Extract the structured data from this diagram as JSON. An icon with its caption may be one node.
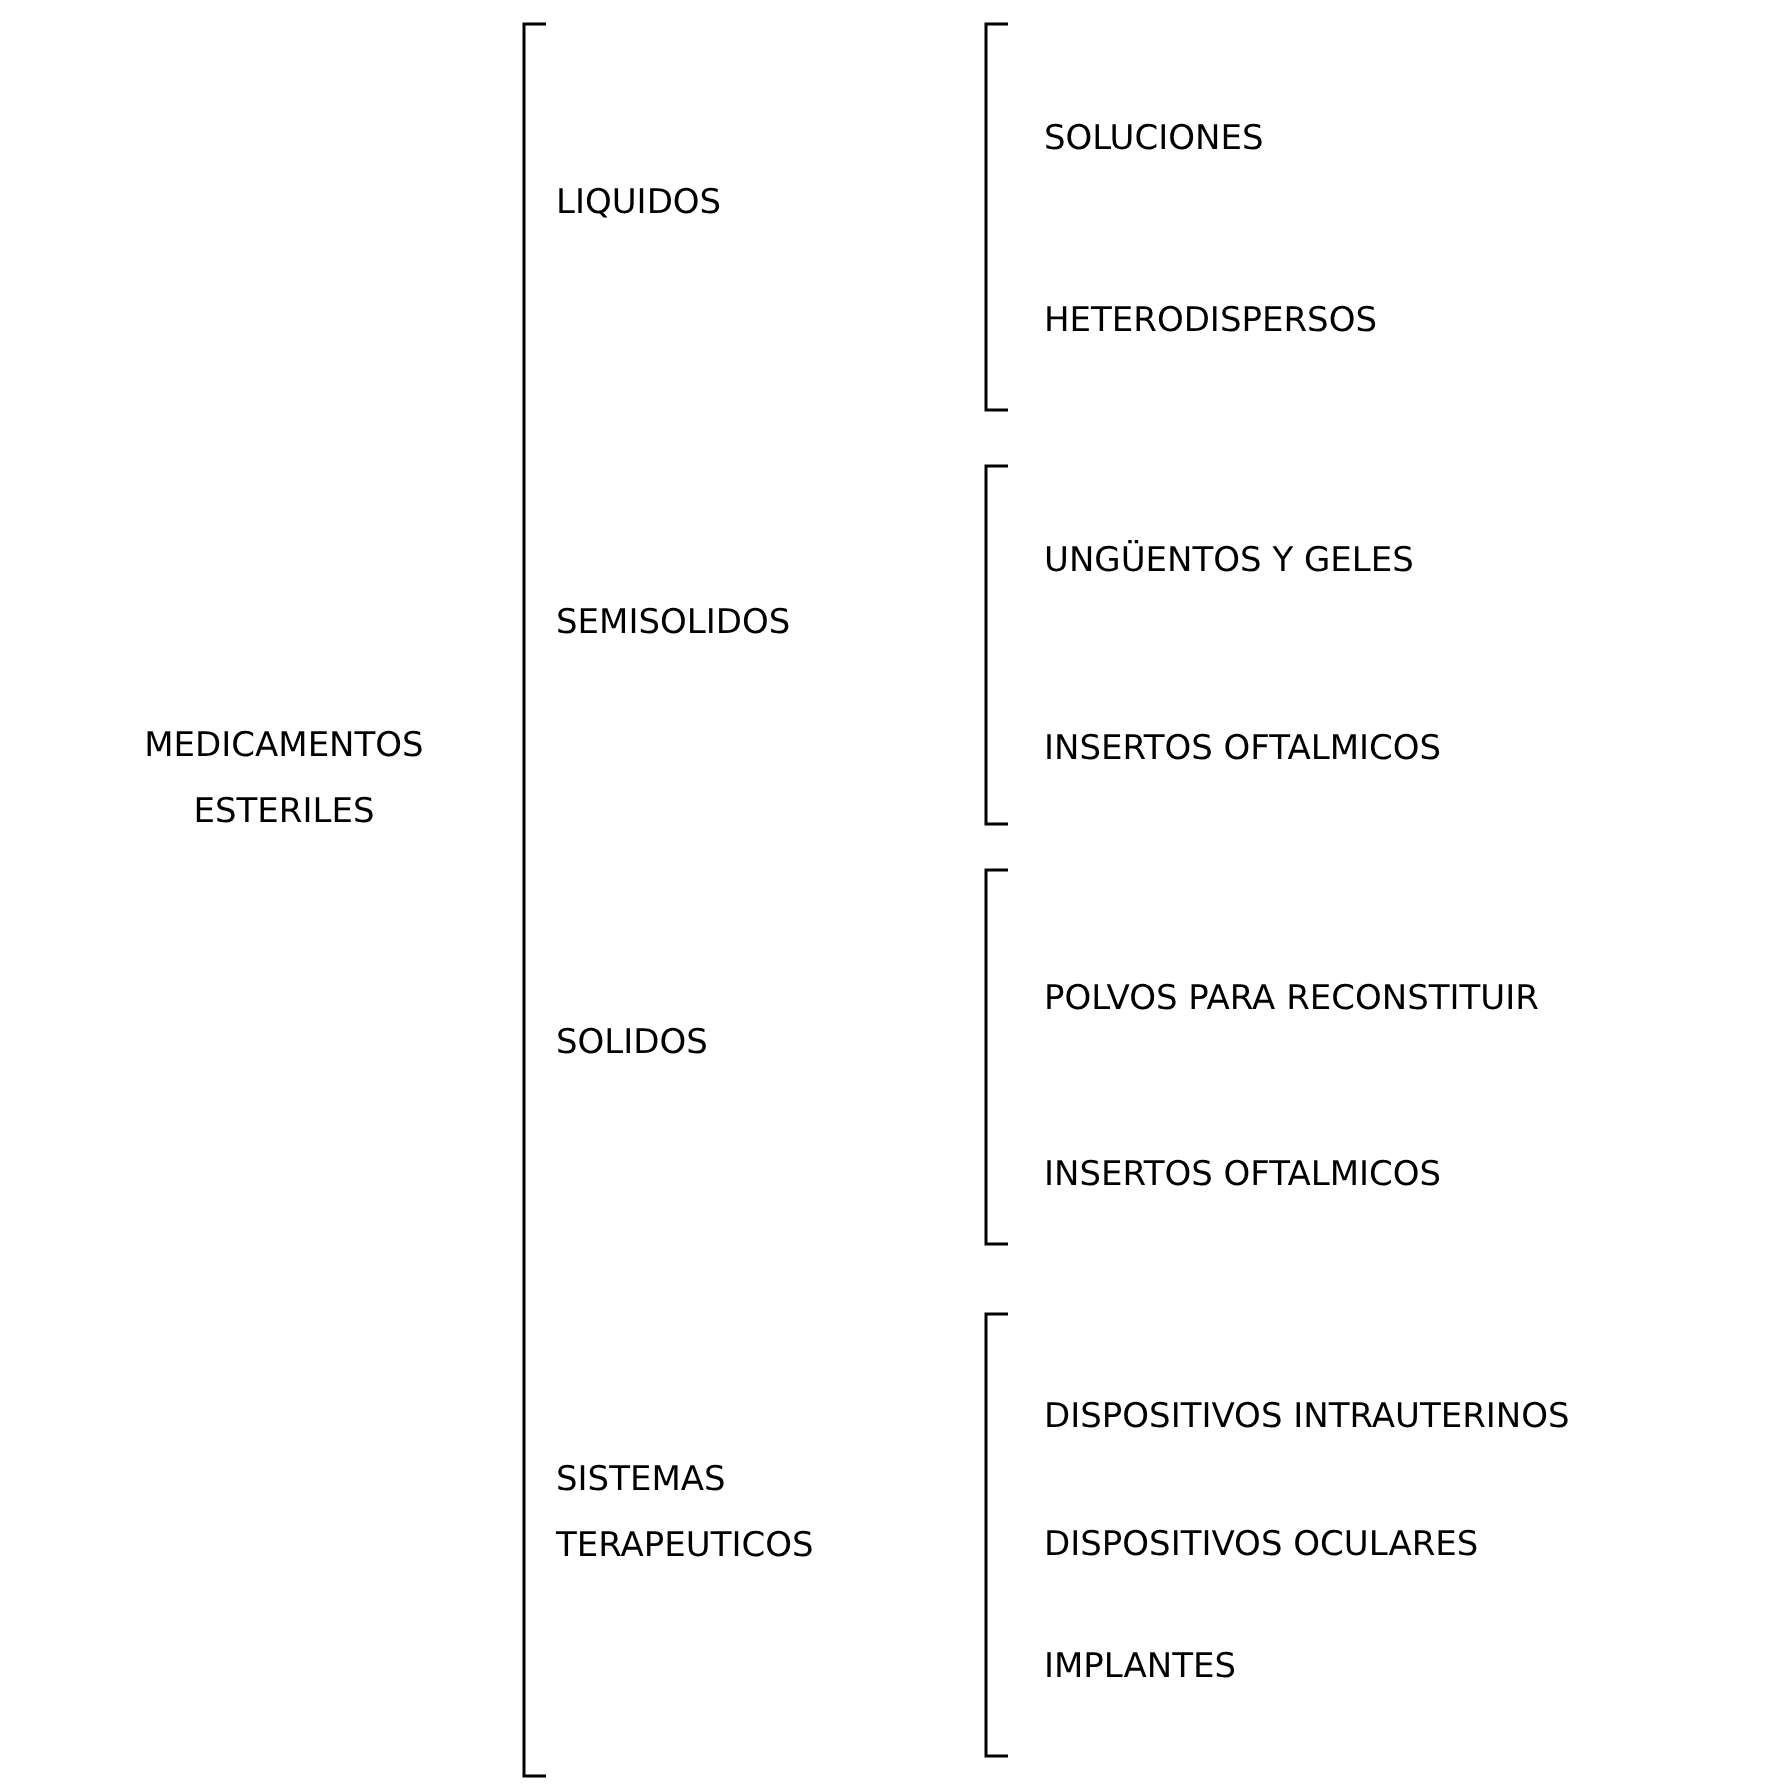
{
  "diagram": {
    "labels": [
      "MEDICAMENTOS ESTERILES",
      "LIQUIDOS",
      "SOLUCIONES",
      "HETERODISPERSOS",
      "SEMISOLIDOS",
      "UNGÜENTOS Y GELES",
      "INSERTOS OFTALMICOS",
      "SOLIDOS",
      "POLVOS PARA RECONSTITUIR",
      "INSERTOS OFTALMICOS",
      "SISTEMAS TERAPEUTICOS",
      "DISPOSITIVOS INTRAUTERINOS",
      "DISPOSITIVOS OCULARES",
      "IMPLANTES"
    ]
  }
}
